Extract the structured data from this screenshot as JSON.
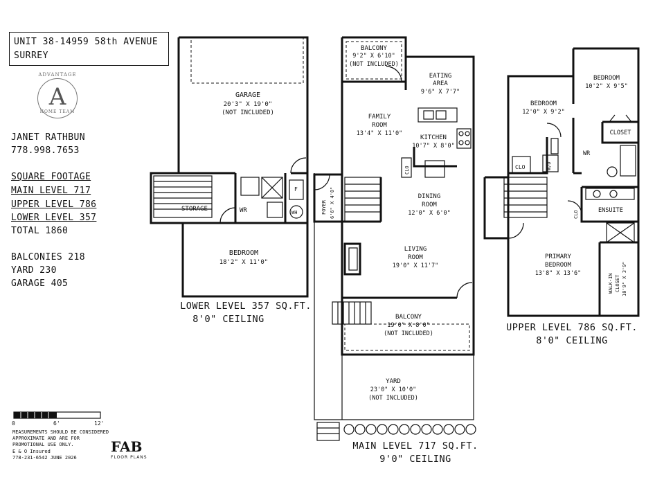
{
  "header": {
    "address_line1": "UNIT 38-14959 58th AVENUE",
    "address_line2": "SURREY"
  },
  "logo": {
    "top_text": "ADVANTAGE",
    "letter": "A",
    "bottom_text": "HOME TEAM"
  },
  "agent": {
    "name": "JANET RATHBUN",
    "phone": "778.998.7653"
  },
  "square_footage": {
    "heading": "SQUARE FOOTAGE",
    "main": "MAIN LEVEL 717",
    "upper": "UPPER LEVEL 786",
    "lower": "LOWER LEVEL 357",
    "total": "TOTAL 1860"
  },
  "extras": {
    "balconies": "BALCONIES 218",
    "yard": "YARD 230",
    "garage": "GARAGE 405"
  },
  "scale": {
    "ticks": [
      "0",
      "6'",
      "12'"
    ]
  },
  "disclaimer": {
    "line1": "MEASUREMENTS SHOULD BE CONSIDERED",
    "line2": "APPROXIMATE AND ARE FOR",
    "line3": "PROMOTIONAL USE ONLY.",
    "line4": "E & O Insured",
    "line5": "778-231-6542  JUNE 2026"
  },
  "brand": {
    "name": "FAB",
    "sub": "FLOOR PLANS"
  },
  "levels": {
    "lower": {
      "title": "LOWER LEVEL 357 SQ.FT.",
      "ceiling": "8'0\" CEILING"
    },
    "main": {
      "title": "MAIN LEVEL 717 SQ.FT.",
      "ceiling": "9'0\" CEILING"
    },
    "upper": {
      "title": "UPPER LEVEL 786 SQ.FT.",
      "ceiling": "8'0\" CEILING"
    }
  },
  "rooms": {
    "garage": {
      "name": "GARAGE",
      "dims": "20'3\" X 19'0\"",
      "note": "(NOT INCLUDED)"
    },
    "storage": {
      "name": "STORAGE"
    },
    "lower_wr": {
      "name": "WR"
    },
    "wh": {
      "name": "WH"
    },
    "furnace": {
      "name": "F"
    },
    "lower_bedroom": {
      "name": "BEDROOM",
      "dims": "18'2\" X 11'0\""
    },
    "top_balcony": {
      "name": "BALCONY",
      "dims": "9'2\" X 6'10\"",
      "note": "(NOT INCLUDED)"
    },
    "eating": {
      "name1": "EATING",
      "name2": "AREA",
      "dims": "9'6\" X 7'7\""
    },
    "family": {
      "name1": "FAMILY",
      "name2": "ROOM",
      "dims": "13'4\" X 11'0\""
    },
    "kitchen": {
      "name": "KITCHEN",
      "dims": "10'7\" X 8'0\""
    },
    "main_clo": {
      "name": "CLO"
    },
    "foyer": {
      "name": "FOYER",
      "dims": "6'6\" X 4'0\""
    },
    "dining": {
      "name1": "DINING",
      "name2": "ROOM",
      "dims": "12'0\" X 6'0\""
    },
    "living": {
      "name1": "LIVING",
      "name2": "ROOM",
      "dims": "19'0\" X 11'7\""
    },
    "bottom_balcony": {
      "name": "BALCONY",
      "dims": "19'0\" X 8'0\"",
      "note": "(NOT INCLUDED)"
    },
    "yard": {
      "name": "YARD",
      "dims": "23'0\" X 10'0\"",
      "note": "(NOT INCLUDED)"
    },
    "bedroom_a": {
      "name": "BEDROOM",
      "dims": "12'0\" X 9'2\""
    },
    "bedroom_b": {
      "name": "BEDROOM",
      "dims": "10'2\" X 9'5\""
    },
    "closet": {
      "name": "CLOSET"
    },
    "upper_wr": {
      "name": "WR"
    },
    "upper_clo1": {
      "name": "CLO"
    },
    "upper_clo2": {
      "name": "CLO"
    },
    "wd": {
      "name": "W/D"
    },
    "ensuite": {
      "name": "ENSUITE"
    },
    "primary": {
      "name1": "PRIMARY",
      "name2": "BEDROOM",
      "dims": "13'8\" X 13'6\""
    },
    "walkin": {
      "name1": "WALK-IN",
      "name2": "CLOSET",
      "dims": "10'9\" X 3'9\""
    }
  }
}
